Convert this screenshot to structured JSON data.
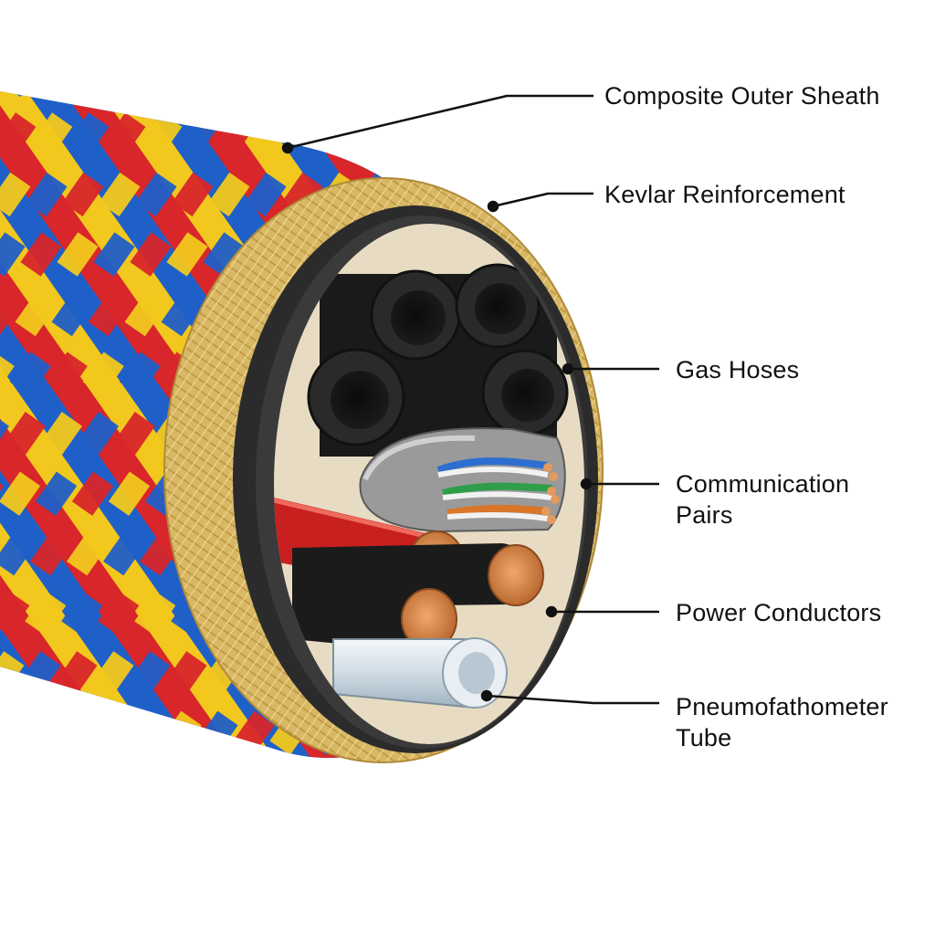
{
  "callouts": [
    {
      "id": "outer-sheath",
      "label": "Composite Outer Sheath"
    },
    {
      "id": "kevlar",
      "label": "Kevlar Reinforcement"
    },
    {
      "id": "gas-hoses",
      "label": "Gas Hoses"
    },
    {
      "id": "comm-pairs",
      "label": "Communication\nPairs"
    },
    {
      "id": "power",
      "label": "Power Conductors"
    },
    {
      "id": "pneumo",
      "label": "Pneumofathometer\nTube"
    }
  ],
  "colors": {
    "braid_red": "#d8262a",
    "braid_blue": "#1f5fc8",
    "braid_yellow": "#f2c81e",
    "kevlar": "#d9b865",
    "jacket": "#2b2b2b",
    "filler": "#e7dcc3",
    "copper": "#d9884a",
    "leader_line": "#111111"
  }
}
